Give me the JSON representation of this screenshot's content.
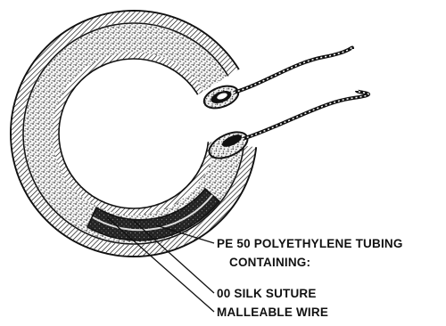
{
  "labels": {
    "tubing_line1": "PE 50 POLYETHYLENE TUBING",
    "tubing_line2": "CONTAINING:",
    "suture": "00 SILK SUTURE",
    "wire": "MALLEABLE WIRE"
  },
  "colors": {
    "ink": "#111111",
    "stipple": "#3a3a3a",
    "background": "#ffffff"
  }
}
